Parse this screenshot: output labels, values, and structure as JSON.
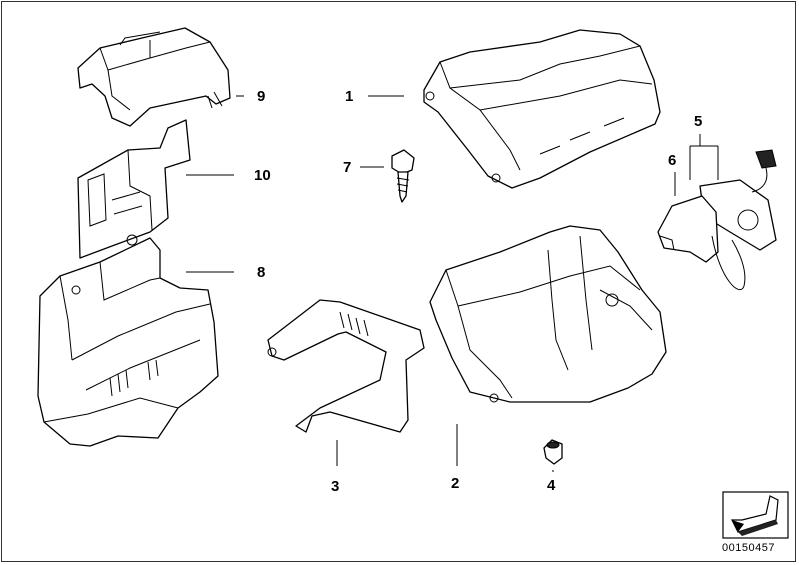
{
  "callouts": {
    "c1": "1",
    "c2": "2",
    "c3": "3",
    "c4": "4",
    "c5": "5",
    "c6": "6",
    "c7": "7",
    "c8": "8",
    "c9": "9",
    "c10": "10"
  },
  "diagram_id": "00150457",
  "nav_icon": "arrow-down-left-icon"
}
